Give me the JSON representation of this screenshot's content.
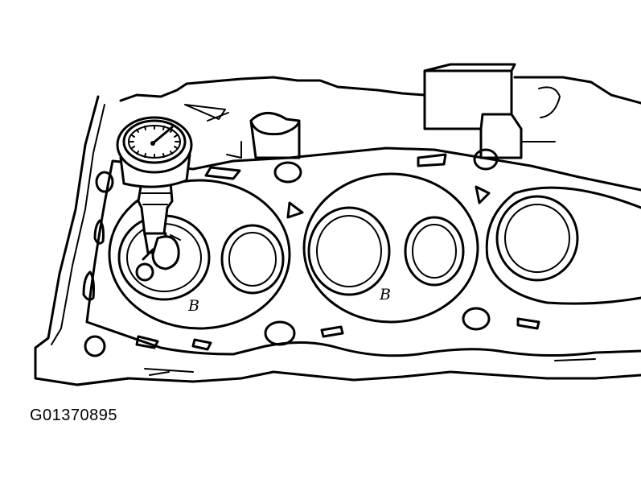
{
  "figure": {
    "id_label": "G01370895",
    "callouts": [
      "B",
      "B"
    ]
  },
  "colors": {
    "line": "#000000",
    "background": "#ffffff"
  },
  "icons": {
    "tool": "dial-indicator-icon"
  }
}
